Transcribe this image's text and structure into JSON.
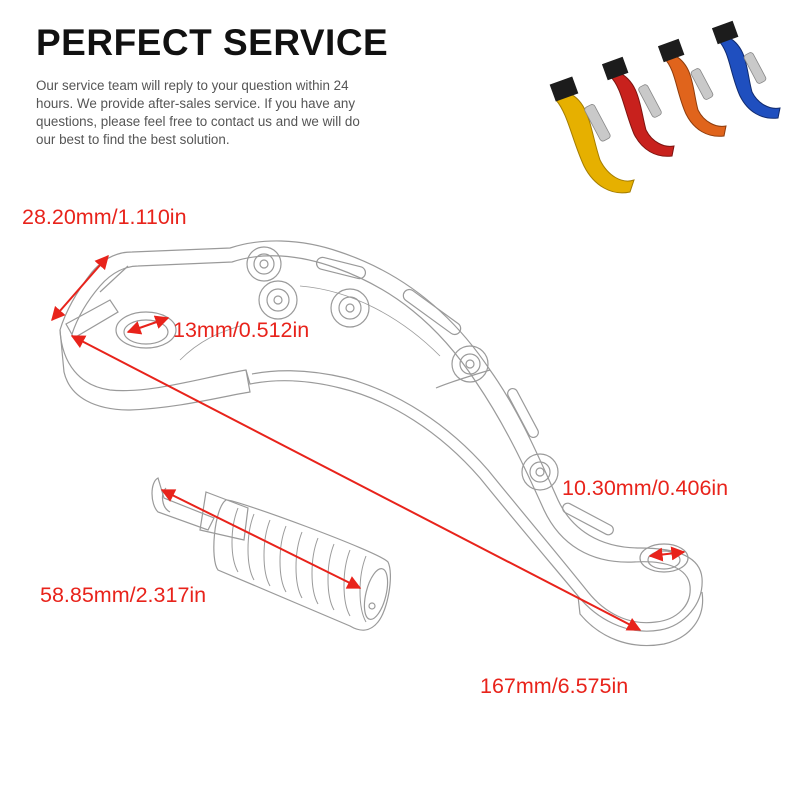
{
  "header": {
    "title": "PERFECT SERVICE",
    "description": "Our service team will reply to your question  within 24 hours. We provide after-sales service. If you have any questions, please feel free to contact  us and  we will do our best to find the best solution."
  },
  "dimensions": {
    "width": "28.20mm/1.110in",
    "hole_small": "13mm/0.512in",
    "hole_end": "10.30mm/0.406in",
    "peg_length": "58.85mm/2.317in",
    "total_length": "167mm/6.575in"
  },
  "colors": {
    "dimension_text": "#e8231b",
    "title": "#111111",
    "description": "#555555",
    "variant_gold": "#e6b000",
    "variant_red": "#c8211d",
    "variant_orange": "#e0641c",
    "variant_blue": "#1f4fbf"
  },
  "product_icons": [
    "shift-lever-diagram",
    "foot-peg-diagram",
    "color-variants-thumbnail"
  ]
}
